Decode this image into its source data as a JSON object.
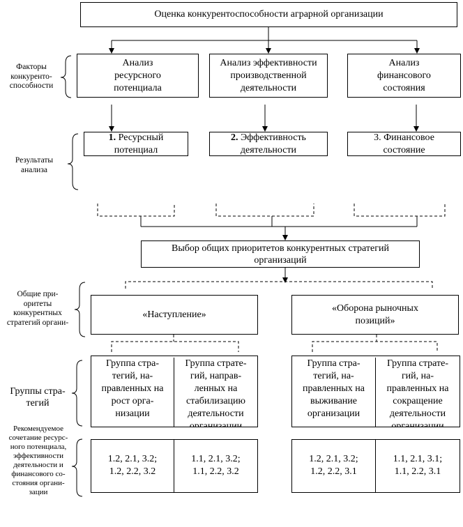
{
  "title": "Оценка конкурентоспособности аграрной организации",
  "side_labels": {
    "factors": "Факторы\nконкуренто-\nспособности",
    "results": "Результаты\nанализа",
    "priorities": "Общие при-\nоритеты\nконкурентных\nстратегий органи-",
    "groups": "Группы стра-\nтегий",
    "recommended": "Рекомендуемое\nсочетание ресурс-\nного потенциала,\nэффективности\nдеятельности и\nфинансового со-\nстояния органи-\nзации"
  },
  "analysis": [
    "Анализ\nресурсного\nпотенциала",
    "Анализ эффективности\nпроизводственной\nдеятельности",
    "Анализ\nфинансового\nсостояния"
  ],
  "results": [
    {
      "num": "1.",
      "text": " Ресурсный\nпотенциал"
    },
    {
      "num": "2.",
      "text": " Эффективность\nдеятельности"
    },
    {
      "num": "",
      "text": "3. Финансовое\nсостояние"
    }
  ],
  "choice": "Выбор общих приоритетов конкурентных стратегий\nорганизаций",
  "priorities": [
    "«Наступление»",
    "«Оборона рыночных\nпозиций»"
  ],
  "groups": [
    "Группа стра-\nтегий, на-\nправленных на\nрост орга-\nнизации",
    "Группа страте-\nгий, направ-\nленных на\nстабилизацию\nдеятельности\nорганизации",
    "Группа стра-\nтегий, на-\nправленных на\nвыживание\nорганизации",
    "Группа страте-\nгий, на-\nправленных на\nсокращение\nдеятельности\nорганизации"
  ],
  "combinations": [
    "1.2, 2.1, 3.2;\n1.2, 2.2, 3.2",
    "1.1, 2.1, 3.2;\n1.1, 2.2, 3.2",
    "1.2, 2.1, 3.2;\n1.2, 2.2, 3.1",
    "1.1, 2.1, 3.1;\n1.1, 2.2, 3.1"
  ]
}
